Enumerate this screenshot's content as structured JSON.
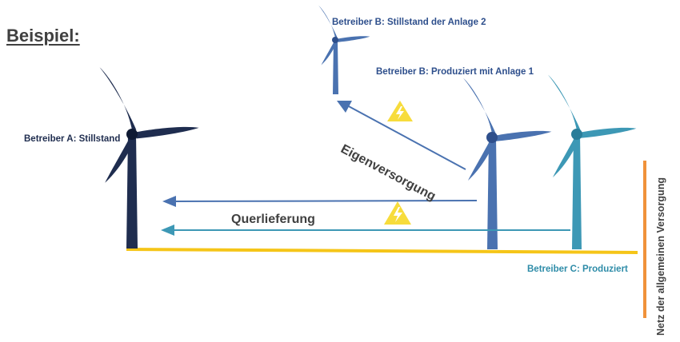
{
  "title": "Beispiel:",
  "labels": {
    "operator_a": "Betreiber A: Stillstand",
    "operator_b_plant2": "Betreiber B: Stillstand der Anlage 2",
    "operator_b_plant1": "Betreiber B: Produziert mit Anlage 1",
    "operator_c": "Betreiber C: Produziert",
    "self_supply": "Eigenversorgung",
    "cross_supply": "Querlieferung",
    "grid": "Netz der allgemeinen Versorgung"
  },
  "colors": {
    "operator_a": "#1f2d4f",
    "operator_b": "#4a72b0",
    "operator_c": "#3d98b5",
    "ground": "#f5c518",
    "grid": "#f0923a",
    "warning": "#f7dc3c",
    "text": "#404040"
  },
  "icons": [
    "wind-turbine-icon",
    "warning-lightning-icon",
    "arrow-icon"
  ]
}
